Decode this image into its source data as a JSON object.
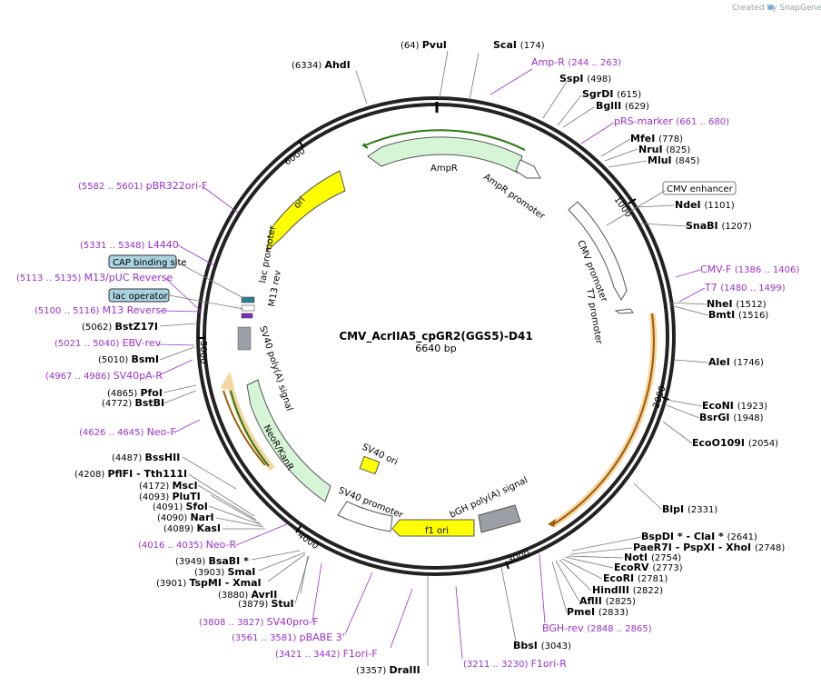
{
  "credit": "Created by SnapGene",
  "plasmid": {
    "name": "CMV_AcrIIA5_cpGR2(GGS5)-D41",
    "length": "6640 bp"
  },
  "colors": {
    "enzyme": "#000000",
    "primer": "#9b30c8",
    "ampr": "#d6f5d6",
    "ori": "#ffff00",
    "orf": "#c8820a"
  },
  "ticks": [
    "1000",
    "2000",
    "3000",
    "4000",
    "5000",
    "6000"
  ],
  "labels": [
    {
      "id": "pvui",
      "num": "(64)",
      "name": "PvuI",
      "side": "left"
    },
    {
      "id": "scai",
      "num": "(174)",
      "name": "ScaI",
      "side": "right"
    },
    {
      "id": "ahdi",
      "num": "(6334)",
      "name": "AhdI",
      "side": "left"
    },
    {
      "id": "ampr_p",
      "num": "(244 .. 263)",
      "name": "Amp-R",
      "side": "right",
      "primer": true
    },
    {
      "id": "sspi",
      "num": "(498)",
      "name": "SspI",
      "side": "right"
    },
    {
      "id": "sgrdi",
      "num": "(615)",
      "name": "SgrDI",
      "side": "right"
    },
    {
      "id": "bglii",
      "num": "(629)",
      "name": "BglII",
      "side": "right"
    },
    {
      "id": "prs",
      "num": "(661 .. 680)",
      "name": "pRS-marker",
      "side": "right",
      "primer": true
    },
    {
      "id": "mfei",
      "num": "(778)",
      "name": "MfeI",
      "side": "right"
    },
    {
      "id": "nrui",
      "num": "(825)",
      "name": "NruI",
      "side": "right"
    },
    {
      "id": "mlui",
      "num": "(845)",
      "name": "MluI",
      "side": "right"
    },
    {
      "id": "ndei",
      "num": "(1101)",
      "name": "NdeI",
      "side": "right"
    },
    {
      "id": "snabi",
      "num": "(1207)",
      "name": "SnaBI",
      "side": "right"
    },
    {
      "id": "cmvf",
      "num": "(1386 .. 1406)",
      "name": "CMV-F",
      "side": "right",
      "primer": true
    },
    {
      "id": "t7",
      "num": "(1480 .. 1499)",
      "name": "T7",
      "side": "right",
      "primer": true
    },
    {
      "id": "nhei",
      "num": "(1512)",
      "name": "NheI",
      "side": "right"
    },
    {
      "id": "bmti",
      "num": "(1516)",
      "name": "BmtI",
      "side": "right"
    },
    {
      "id": "alei",
      "num": "(1746)",
      "name": "AleI",
      "side": "right"
    },
    {
      "id": "econi",
      "num": "(1923)",
      "name": "EcoNI",
      "side": "right"
    },
    {
      "id": "bsrgi",
      "num": "(1948)",
      "name": "BsrGI",
      "side": "right"
    },
    {
      "id": "ecoo109i",
      "num": "(2054)",
      "name": "EcoO109I",
      "side": "right"
    },
    {
      "id": "blpi",
      "num": "(2331)",
      "name": "BlpI",
      "side": "right"
    },
    {
      "id": "bspdi",
      "num": "(2641)",
      "name": "BspDI * - ClaI *",
      "side": "right"
    },
    {
      "id": "paer7i",
      "num": "(2748)",
      "name": "PaeR7I - PspXI - XhoI",
      "side": "right"
    },
    {
      "id": "noti",
      "num": "(2754)",
      "name": "NotI",
      "side": "right"
    },
    {
      "id": "ecorv",
      "num": "(2773)",
      "name": "EcoRV",
      "side": "right"
    },
    {
      "id": "ecori",
      "num": "(2781)",
      "name": "EcoRI",
      "side": "right"
    },
    {
      "id": "hindiii",
      "num": "(2822)",
      "name": "HindIII",
      "side": "right"
    },
    {
      "id": "aflii",
      "num": "(2825)",
      "name": "AflII",
      "side": "right"
    },
    {
      "id": "pmei",
      "num": "(2833)",
      "name": "PmeI",
      "side": "right"
    },
    {
      "id": "bghrev",
      "num": "(2848 .. 2865)",
      "name": "BGH-rev",
      "side": "right",
      "primer": true
    },
    {
      "id": "bbsi",
      "num": "(3043)",
      "name": "BbsI",
      "side": "right"
    },
    {
      "id": "f1orir",
      "num": "(3211 .. 3230)",
      "name": "F1ori-R",
      "side": "left",
      "primer": true
    },
    {
      "id": "draiii",
      "num": "(3357)",
      "name": "DraIII",
      "side": "left"
    },
    {
      "id": "f1orif",
      "num": "(3421 .. 3442)",
      "name": "F1ori-F",
      "side": "left",
      "primer": true
    },
    {
      "id": "pbabe",
      "num": "(3561 .. 3581)",
      "name": "pBABE 3'",
      "side": "left",
      "primer": true
    },
    {
      "id": "sv40pro",
      "num": "(3808 .. 3827)",
      "name": "SV40pro-F",
      "side": "left",
      "primer": true
    },
    {
      "id": "stui",
      "num": "(3879)",
      "name": "StuI",
      "side": "left"
    },
    {
      "id": "avrii",
      "num": "(3880)",
      "name": "AvrII",
      "side": "left"
    },
    {
      "id": "tspmi",
      "num": "(3901)",
      "name": "TspMI - XmaI",
      "side": "left"
    },
    {
      "id": "smai",
      "num": "(3903)",
      "name": "SmaI",
      "side": "left"
    },
    {
      "id": "bsabi",
      "num": "(3949)",
      "name": "BsaBI *",
      "side": "left"
    },
    {
      "id": "neor_p",
      "num": "(4016 .. 4035)",
      "name": "Neo-R",
      "side": "left",
      "primer": true
    },
    {
      "id": "kasi",
      "num": "(4089)",
      "name": "KasI",
      "side": "left"
    },
    {
      "id": "nari",
      "num": "(4090)",
      "name": "NarI",
      "side": "left"
    },
    {
      "id": "sfoi",
      "num": "(4091)",
      "name": "SfoI",
      "side": "left"
    },
    {
      "id": "plut",
      "num": "(4093)",
      "name": "PluTI",
      "side": "left"
    },
    {
      "id": "msci",
      "num": "(4172)",
      "name": "MscI",
      "side": "left"
    },
    {
      "id": "pfifi",
      "num": "(4208)",
      "name": "PflFI - Tth111I",
      "side": "left"
    },
    {
      "id": "bsshii",
      "num": "(4487)",
      "name": "BssHII",
      "side": "left"
    },
    {
      "id": "neof",
      "num": "(4626 .. 4645)",
      "name": "Neo-F",
      "side": "left",
      "primer": true
    },
    {
      "id": "bstbi",
      "num": "(4772)",
      "name": "BstBI",
      "side": "left"
    },
    {
      "id": "pfoi",
      "num": "(4865)",
      "name": "PfoI",
      "side": "left"
    },
    {
      "id": "sv40pa",
      "num": "(4967 .. 4986)",
      "name": "SV40pA-R",
      "side": "left",
      "primer": true
    },
    {
      "id": "bsmi",
      "num": "(5010)",
      "name": "BsmI",
      "side": "left"
    },
    {
      "id": "ebv",
      "num": "(5021 .. 5040)",
      "name": "EBV-rev",
      "side": "left",
      "primer": true
    },
    {
      "id": "bstz17i",
      "num": "(5062)",
      "name": "BstZ17I",
      "side": "left"
    },
    {
      "id": "m13rev",
      "num": "(5100 .. 5116)",
      "name": "M13 Reverse",
      "side": "left",
      "primer": true
    },
    {
      "id": "m13puc",
      "num": "(5113 .. 5135)",
      "name": "M13/pUC Reverse",
      "side": "left",
      "primer": true
    },
    {
      "id": "l4440",
      "num": "(5331 .. 5348)",
      "name": "L4440",
      "side": "left",
      "primer": true
    },
    {
      "id": "pbr322",
      "num": "(5582 .. 5601)",
      "name": "pBR322ori-F",
      "side": "left",
      "primer": true
    }
  ],
  "boxed": [
    {
      "id": "cmvenh",
      "text": "CMV enhancer"
    },
    {
      "id": "cap",
      "text": "CAP binding site"
    },
    {
      "id": "lacop",
      "text": "lac operator"
    }
  ],
  "features": {
    "ampr": "AmpR",
    "ampr_promoter": "AmpR promoter",
    "cmv_promoter": "CMV promoter",
    "t7_promoter": "T7 promoter",
    "ori": "ori",
    "lac_promoter": "lac promoter",
    "m13rev": "M13 rev",
    "sv40polya": "SV40 poly(A) signal",
    "neor": "NeoR/KanR",
    "sv40ori": "SV40 ori",
    "sv40promoter": "SV40 promoter",
    "f1ori": "f1 ori",
    "bgh": "bGH poly(A) signal"
  }
}
